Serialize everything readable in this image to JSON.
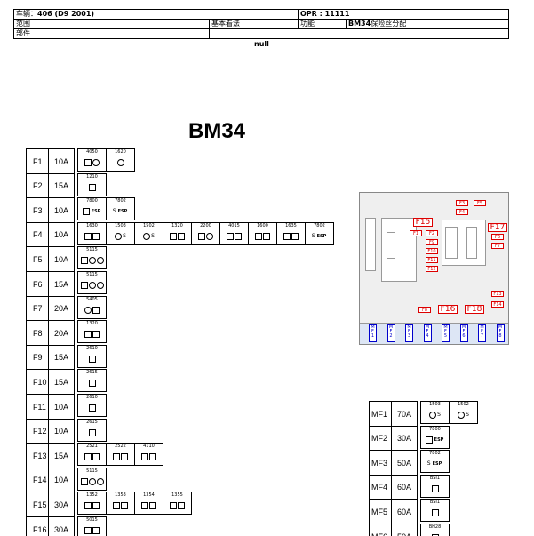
{
  "header": {
    "vehicle_label": "车辆：",
    "vehicle_value": "406 (D9 2001)",
    "opr": "OPR : 11111",
    "scope_label": "范围",
    "basic_label": "基本看法",
    "function_label": "功能",
    "function_value_bold": "BM34",
    "function_value": "保险丝分配",
    "parts_label": "部件"
  },
  "null_text": "null",
  "title": "BM34",
  "fuses": [
    {
      "id": "F1",
      "amp": "10A",
      "comps": [
        {
          "code": "4050",
          "icons": [
            "sq",
            "ci"
          ]
        },
        {
          "code": "1620",
          "icons": [
            "ci"
          ]
        }
      ]
    },
    {
      "id": "F2",
      "amp": "15A",
      "comps": [
        {
          "code": "1210",
          "icons": [
            "sq"
          ]
        }
      ]
    },
    {
      "id": "F3",
      "amp": "10A",
      "comps": [
        {
          "code": "7800",
          "icons": [
            "sq",
            "ESP"
          ]
        },
        {
          "code": "7802",
          "icons": [
            "S",
            "ESP"
          ]
        }
      ]
    },
    {
      "id": "F4",
      "amp": "10A",
      "comps": [
        {
          "code": "1630",
          "icons": [
            "sq",
            "sq"
          ]
        },
        {
          "code": "1503",
          "icons": [
            "ci",
            "S"
          ]
        },
        {
          "code": "1502",
          "icons": [
            "ci",
            "S"
          ]
        },
        {
          "code": "1320",
          "icons": [
            "sq",
            "sq"
          ]
        },
        {
          "code": "2200",
          "icons": [
            "sq",
            "ci"
          ]
        },
        {
          "code": "4015",
          "icons": [
            "sq",
            "sq"
          ]
        },
        {
          "code": "1600",
          "icons": [
            "sq",
            "sq"
          ]
        },
        {
          "code": "1635",
          "icons": [
            "sq",
            "sq"
          ]
        },
        {
          "code": "7802",
          "icons": [
            "S",
            "ESP"
          ]
        }
      ]
    },
    {
      "id": "F5",
      "amp": "10A",
      "comps": [
        {
          "code": "5115",
          "icons": [
            "sq",
            "ci",
            "ci"
          ]
        }
      ]
    },
    {
      "id": "F6",
      "amp": "15A",
      "comps": [
        {
          "code": "5115",
          "icons": [
            "sq",
            "ci",
            "ci"
          ]
        }
      ]
    },
    {
      "id": "F7",
      "amp": "20A",
      "comps": [
        {
          "code": "5405",
          "icons": [
            "ci",
            "sq"
          ]
        }
      ]
    },
    {
      "id": "F8",
      "amp": "20A",
      "comps": [
        {
          "code": "1320",
          "icons": [
            "sq",
            "sq"
          ]
        }
      ]
    },
    {
      "id": "F9",
      "amp": "15A",
      "comps": [
        {
          "code": "2610",
          "icons": [
            "sq"
          ]
        }
      ]
    },
    {
      "id": "F10",
      "amp": "15A",
      "comps": [
        {
          "code": "2615",
          "icons": [
            "sq"
          ]
        }
      ]
    },
    {
      "id": "F11",
      "amp": "10A",
      "comps": [
        {
          "code": "2610",
          "icons": [
            "sq"
          ]
        }
      ]
    },
    {
      "id": "F12",
      "amp": "10A",
      "comps": [
        {
          "code": "2615",
          "icons": [
            "sq"
          ]
        }
      ]
    },
    {
      "id": "F13",
      "amp": "15A",
      "comps": [
        {
          "code": "2521",
          "icons": [
            "sq",
            "sq"
          ]
        },
        {
          "code": "2522",
          "icons": [
            "sq",
            "sq"
          ]
        },
        {
          "code": "4110",
          "icons": [
            "sq",
            "sq"
          ]
        }
      ]
    },
    {
      "id": "F14",
      "amp": "10A",
      "comps": [
        {
          "code": "5115",
          "icons": [
            "sq",
            "ci",
            "ci"
          ]
        }
      ]
    },
    {
      "id": "F15",
      "amp": "30A",
      "comps": [
        {
          "code": "1352",
          "icons": [
            "sq",
            "sq"
          ]
        },
        {
          "code": "1353",
          "icons": [
            "sq",
            "sq"
          ]
        },
        {
          "code": "1354",
          "icons": [
            "sq",
            "sq"
          ]
        },
        {
          "code": "1355",
          "icons": [
            "sq",
            "sq"
          ]
        }
      ]
    },
    {
      "id": "F16",
      "amp": "30A",
      "comps": [
        {
          "code": "5015",
          "icons": [
            "sq",
            "sq"
          ]
        }
      ]
    }
  ],
  "maxi_fuses": [
    {
      "id": "MF1",
      "amp": "70A",
      "comps": [
        {
          "code": "1503",
          "icons": [
            "ci",
            "S"
          ]
        },
        {
          "code": "1502",
          "icons": [
            "ci",
            "S"
          ]
        }
      ]
    },
    {
      "id": "MF2",
      "amp": "30A",
      "comps": [
        {
          "code": "7800",
          "icons": [
            "sq",
            "ESP"
          ]
        }
      ]
    },
    {
      "id": "MF3",
      "amp": "50A",
      "comps": [
        {
          "code": "7802",
          "icons": [
            "S",
            "ESP"
          ]
        }
      ]
    },
    {
      "id": "MF4",
      "amp": "60A",
      "comps": [
        {
          "code": "BSI1",
          "icons": [
            "sq"
          ]
        }
      ]
    },
    {
      "id": "MF5",
      "amp": "60A",
      "comps": [
        {
          "code": "BSI1",
          "icons": [
            "sq"
          ]
        }
      ]
    },
    {
      "id": "MF6",
      "amp": "50A",
      "comps": [
        {
          "code": "BH28",
          "icons": [
            "sq"
          ]
        }
      ]
    }
  ],
  "diagram": {
    "small_labels": [
      "F3",
      "F5",
      "F4",
      "F1",
      "F2",
      "F9",
      "F10",
      "F11",
      "F12",
      "F6",
      "F7",
      "F13",
      "F14",
      "F8"
    ],
    "big_labels": [
      "F15",
      "F17",
      "F16",
      "F18"
    ],
    "mf_labels": [
      {
        "m": "M",
        "f": "F",
        "n": "1"
      },
      {
        "m": "M",
        "f": "F",
        "n": "2"
      },
      {
        "m": "M",
        "f": "F",
        "n": "3"
      },
      {
        "m": "M",
        "f": "F",
        "n": "4"
      },
      {
        "m": "M",
        "f": "F",
        "n": "5"
      },
      {
        "m": "M",
        "f": "F",
        "n": "6"
      },
      {
        "m": "M",
        "f": "F",
        "n": "7"
      },
      {
        "m": "M",
        "f": "F",
        "n": "8"
      }
    ]
  }
}
